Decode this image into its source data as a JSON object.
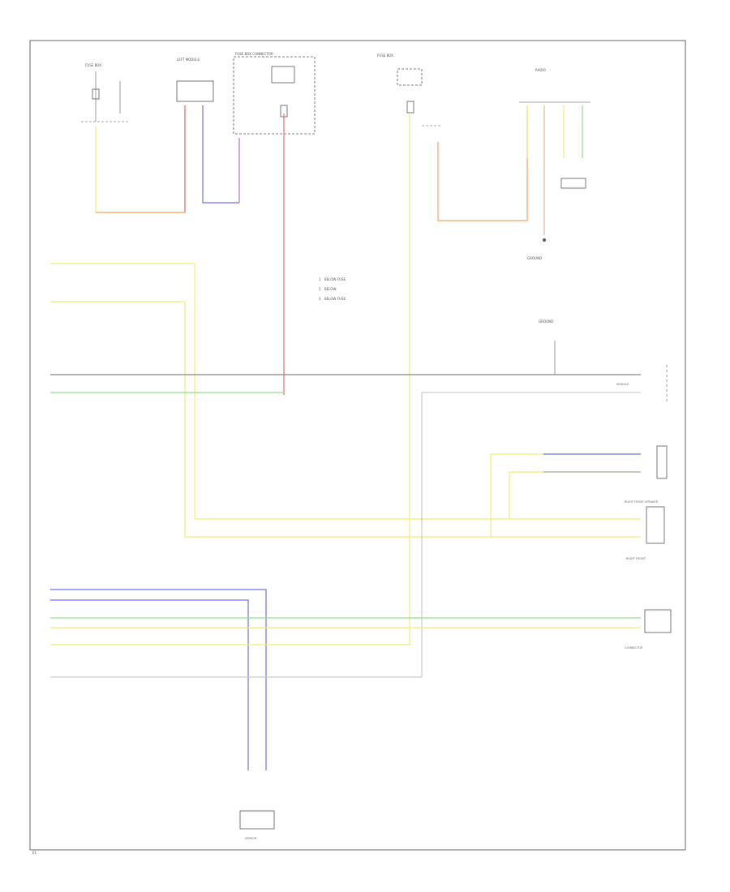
{
  "diagram": {
    "legend": [
      {
        "num": "1",
        "text": "BELOW FUSE"
      },
      {
        "num": "2",
        "text": "BELOW"
      },
      {
        "num": "3",
        "text": "BELOW FUSE"
      }
    ],
    "components": {
      "fuse_block_left": "FUSE BOX",
      "left_module": "LEFT MODULE",
      "center_box": "FUSE BOX CONNECTOR",
      "right_box": "FUSE BOX",
      "right_side": "RADIO",
      "ground_main": "GROUND",
      "ground_mid": "GROUND",
      "right_conn_1": "MODULE",
      "right_conn_2": "RIGHT FRONT SPEAKER",
      "right_conn_3": "RIGHT FRONT",
      "right_conn_4": "CONNECTOR",
      "bottom_conn": "SENSOR"
    },
    "page_number": "E1"
  }
}
